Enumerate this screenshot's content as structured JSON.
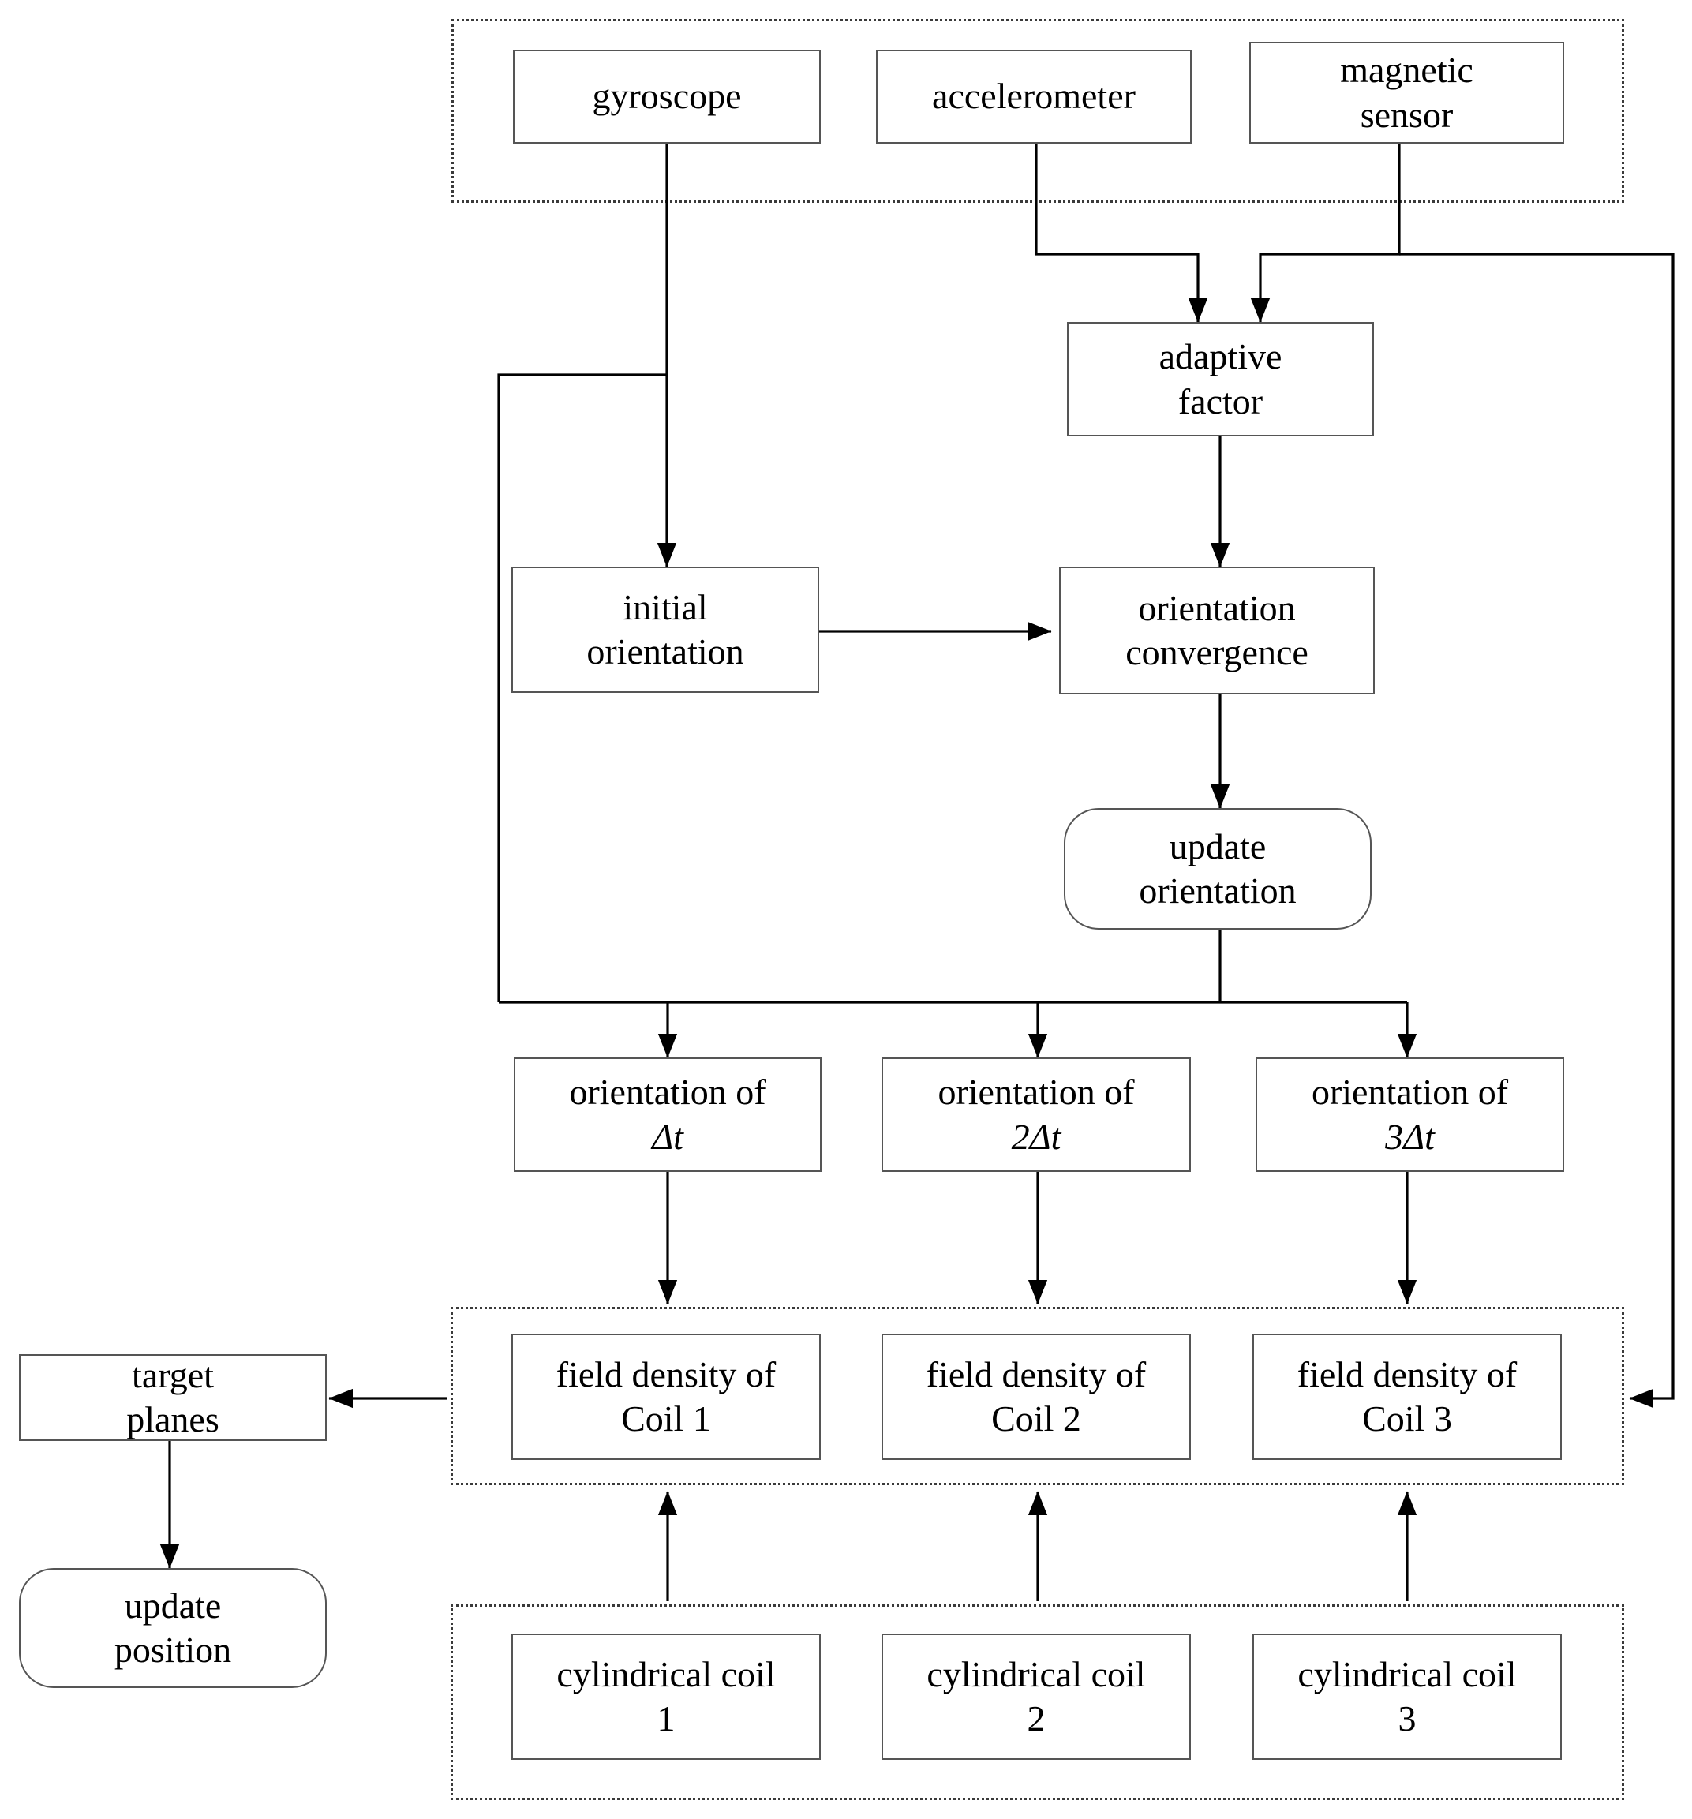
{
  "diagram": {
    "title": "sensor fusion and coil field density flowchart",
    "type": "flowchart",
    "groups": [
      {
        "id": "sensor-group",
        "label": ""
      },
      {
        "id": "field-density-group",
        "label": ""
      },
      {
        "id": "cylindrical-coil-group",
        "label": ""
      }
    ],
    "nodes": {
      "gyroscope": "gyroscope",
      "accelerometer": "accelerometer",
      "magnetic_sensor": "magnetic\nsensor",
      "adaptive_factor": "adaptive\nfactor",
      "initial_orientation": "initial\norientation",
      "orientation_convergence": "orientation\nconvergence",
      "update_orientation": "update\norientation",
      "orientation_dt": "orientation of",
      "orientation_dt_sub": "Δt",
      "orientation_2dt": "orientation of",
      "orientation_2dt_sub": "2Δt",
      "orientation_3dt": "orientation of",
      "orientation_3dt_sub": "3Δt",
      "field_density_coil1": "field density of\nCoil 1",
      "field_density_coil2": "field density of\nCoil 2",
      "field_density_coil3": "field density of\nCoil 3",
      "target_planes": "target\nplanes",
      "update_position": "update\nposition",
      "cylindrical_coil1": "cylindrical coil\n1",
      "cylindrical_coil2": "cylindrical coil\n2",
      "cylindrical_coil3": "cylindrical coil\n3"
    },
    "edges": [
      {
        "from": "gyroscope",
        "to": "initial_orientation"
      },
      {
        "from": "gyroscope",
        "to": "orientation-bus"
      },
      {
        "from": "accelerometer",
        "to": "adaptive_factor"
      },
      {
        "from": "magnetic_sensor",
        "to": "adaptive_factor"
      },
      {
        "from": "magnetic_sensor",
        "to": "field-density-group"
      },
      {
        "from": "adaptive_factor",
        "to": "orientation_convergence"
      },
      {
        "from": "initial_orientation",
        "to": "orientation_convergence"
      },
      {
        "from": "orientation_convergence",
        "to": "update_orientation"
      },
      {
        "from": "update_orientation",
        "to": "orientation_dt"
      },
      {
        "from": "update_orientation",
        "to": "orientation_2dt"
      },
      {
        "from": "update_orientation",
        "to": "orientation_3dt"
      },
      {
        "from": "orientation_dt",
        "to": "field_density_coil1"
      },
      {
        "from": "orientation_2dt",
        "to": "field_density_coil2"
      },
      {
        "from": "orientation_3dt",
        "to": "field_density_coil3"
      },
      {
        "from": "field-density-group",
        "to": "target_planes"
      },
      {
        "from": "target_planes",
        "to": "update_position"
      },
      {
        "from": "cylindrical_coil1",
        "to": "field_density_coil1"
      },
      {
        "from": "cylindrical_coil2",
        "to": "field_density_coil2"
      },
      {
        "from": "cylindrical_coil3",
        "to": "field_density_coil3"
      }
    ],
    "colors": {
      "node_border": "#555555",
      "group_border": "#3a3a3a",
      "wire": "#000000",
      "background": "#ffffff",
      "text": "#000000"
    }
  }
}
